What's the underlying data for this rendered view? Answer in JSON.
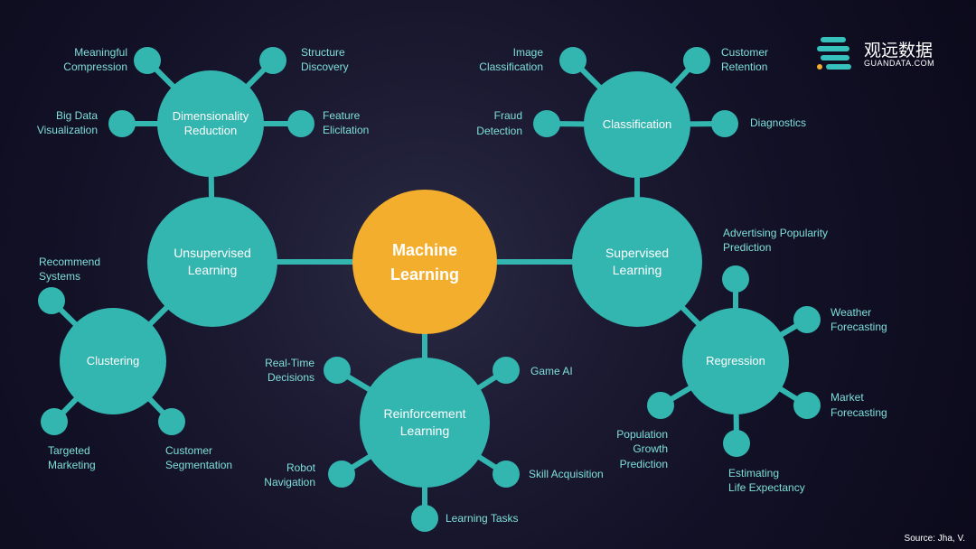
{
  "center": {
    "line1": "Machine",
    "line2": "Learning"
  },
  "branches": {
    "unsupervised": {
      "line1": "Unsupervised",
      "line2": "Learning"
    },
    "supervised": {
      "line1": "Supervised",
      "line2": "Learning"
    },
    "reinforcement": {
      "line1": "Reinforcement",
      "line2": "Learning"
    },
    "dimensionality": {
      "line1": "Dimensionality",
      "line2": "Reduction"
    },
    "clustering": {
      "line1": "Clustering"
    },
    "classification": {
      "line1": "Classification"
    },
    "regression": {
      "line1": "Regression"
    }
  },
  "leaves": {
    "meaningful_compression": {
      "line1": "Meaningful",
      "line2": "Compression"
    },
    "structure_discovery": {
      "line1": "Structure",
      "line2": "Discovery"
    },
    "big_data_visualization": {
      "line1": "Big Data",
      "line2": "Visualization"
    },
    "feature_elicitation": {
      "line1": "Feature",
      "line2": "Elicitation"
    },
    "recommend_systems": {
      "line1": "Recommend",
      "line2": "Systems"
    },
    "targeted_marketing": {
      "line1": "Targeted",
      "line2": "Marketing"
    },
    "customer_segmentation": {
      "line1": "Customer",
      "line2": "Segmentation"
    },
    "image_classification": {
      "line1": "Image",
      "line2": "Classification"
    },
    "customer_retention": {
      "line1": "Customer",
      "line2": "Retention"
    },
    "fraud_detection": {
      "line1": "Fraud",
      "line2": "Detection"
    },
    "diagnostics": {
      "line1": "Diagnostics"
    },
    "advertising_popularity_prediction": {
      "line1": "Advertising Popularity",
      "line2": "Prediction"
    },
    "weather_forecasting": {
      "line1": "Weather",
      "line2": "Forecasting"
    },
    "market_forecasting": {
      "line1": "Market",
      "line2": "Forecasting"
    },
    "population_growth_prediction": {
      "line1": "Population",
      "line2": "Growth",
      "line3": "Prediction"
    },
    "estimating_life_expectancy": {
      "line1": "Estimating",
      "line2": "Life Expectancy"
    },
    "real_time_decisions": {
      "line1": "Real-Time",
      "line2": "Decisions"
    },
    "game_ai": {
      "line1": "Game AI"
    },
    "robot_navigation": {
      "line1": "Robot",
      "line2": "Navigation"
    },
    "skill_acquisition": {
      "line1": "Skill Acquisition"
    },
    "learning_tasks": {
      "line1": "Learning Tasks"
    }
  },
  "logo": {
    "name_zh": "观远数据",
    "name_en": "GUANDATA.COM"
  },
  "source": "Source: Jha, V.",
  "colors": {
    "teal": "#33b5b0",
    "orange": "#f2ae2c",
    "leaf_text": "#7ee0dc",
    "background": "#0c0a1e"
  }
}
